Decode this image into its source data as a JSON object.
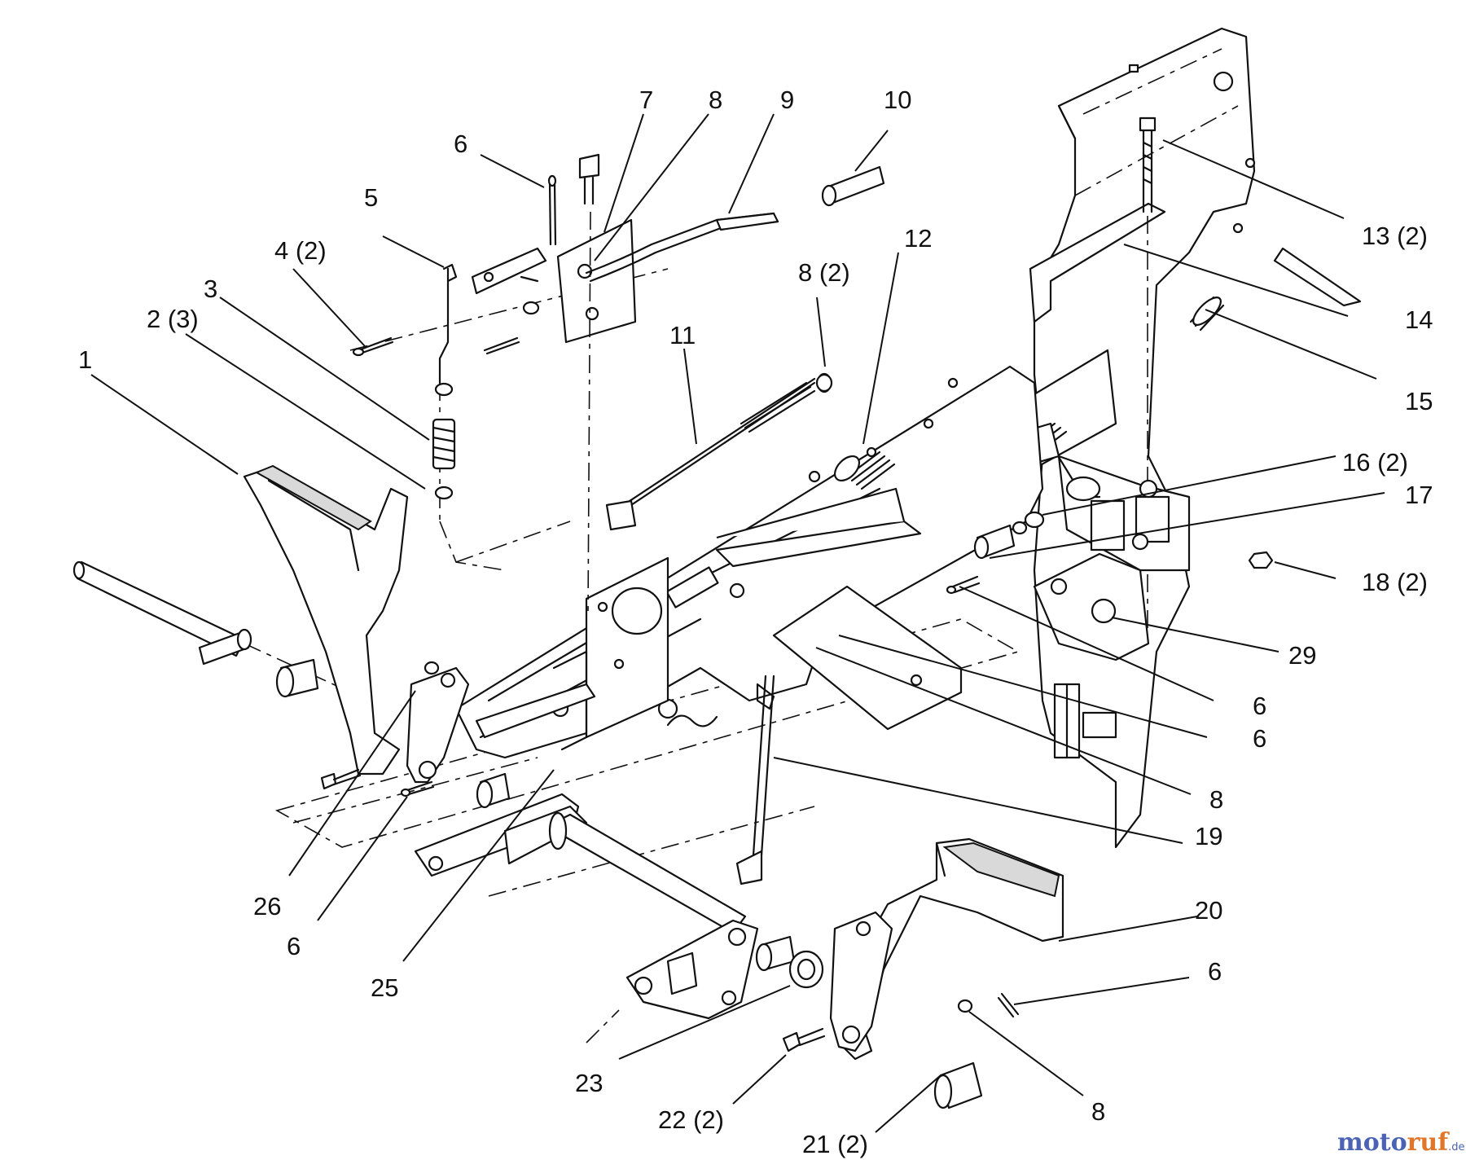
{
  "callouts": [
    {
      "id": "c1",
      "text": "1"
    },
    {
      "id": "c2",
      "text": "2 (3)"
    },
    {
      "id": "c3",
      "text": "3"
    },
    {
      "id": "c4",
      "text": "4 (2)"
    },
    {
      "id": "c5",
      "text": "5"
    },
    {
      "id": "c6a",
      "text": "6"
    },
    {
      "id": "c7",
      "text": "7"
    },
    {
      "id": "c8a",
      "text": "8"
    },
    {
      "id": "c9",
      "text": "9"
    },
    {
      "id": "c10",
      "text": "10"
    },
    {
      "id": "c11",
      "text": "11"
    },
    {
      "id": "c8b",
      "text": "8 (2)"
    },
    {
      "id": "c12",
      "text": "12"
    },
    {
      "id": "c13",
      "text": "13 (2)"
    },
    {
      "id": "c14",
      "text": "14"
    },
    {
      "id": "c15",
      "text": "15"
    },
    {
      "id": "c16",
      "text": "16 (2)"
    },
    {
      "id": "c17",
      "text": "17"
    },
    {
      "id": "c18",
      "text": "18 (2)"
    },
    {
      "id": "c29",
      "text": "29"
    },
    {
      "id": "c6b",
      "text": "6"
    },
    {
      "id": "c6c",
      "text": "6"
    },
    {
      "id": "c8c",
      "text": "8"
    },
    {
      "id": "c19",
      "text": "19"
    },
    {
      "id": "c20",
      "text": "20"
    },
    {
      "id": "c6d",
      "text": "6"
    },
    {
      "id": "c8d",
      "text": "8"
    },
    {
      "id": "c21",
      "text": "21 (2)"
    },
    {
      "id": "c22",
      "text": "22 (2)"
    },
    {
      "id": "c23",
      "text": "23"
    },
    {
      "id": "c25",
      "text": "25"
    },
    {
      "id": "c6e",
      "text": "6"
    },
    {
      "id": "c26",
      "text": "26"
    }
  ],
  "watermark": {
    "part1": "moto",
    "part2": "ruf",
    "suffix": ".de"
  }
}
